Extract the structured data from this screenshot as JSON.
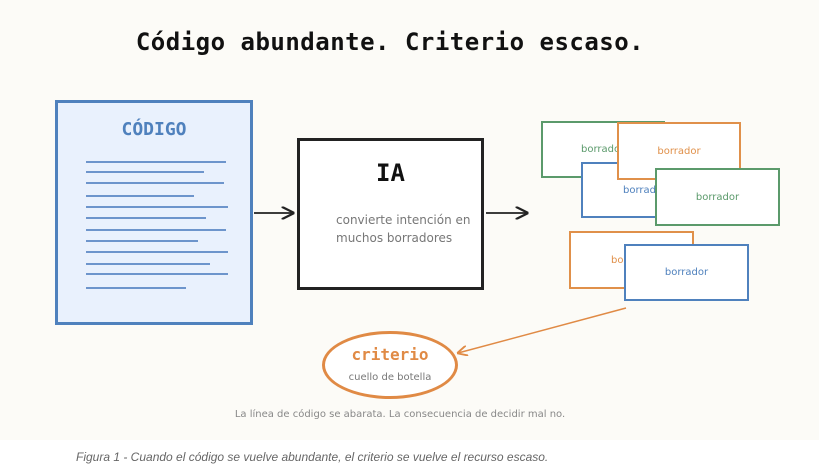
{
  "title": "Código abundante. Criterio escaso.",
  "document": {
    "label": "CÓDIGO"
  },
  "ai_box": {
    "title": "IA",
    "description": "convierte intención en muchos borradores"
  },
  "drafts": [
    {
      "label": "borrador",
      "color": "green"
    },
    {
      "label": "borrador",
      "color": "orange"
    },
    {
      "label": "borrador",
      "color": "blue"
    },
    {
      "label": "borrador",
      "color": "green"
    },
    {
      "label": "borrador",
      "color": "orange"
    },
    {
      "label": "borrador",
      "color": "blue"
    }
  ],
  "criterion": {
    "title": "criterio",
    "subtitle": "cuello de botella"
  },
  "note": "La línea de código se abarata. La consecuencia de decidir mal no.",
  "caption": "Figura 1 - Cuando el código se vuelve abundante, el criterio se vuelve el recurso escaso.",
  "colors": {
    "blue": "#4f81bd",
    "green": "#5b9a6b",
    "orange": "#e0904a",
    "background": "#fcfbf7"
  }
}
